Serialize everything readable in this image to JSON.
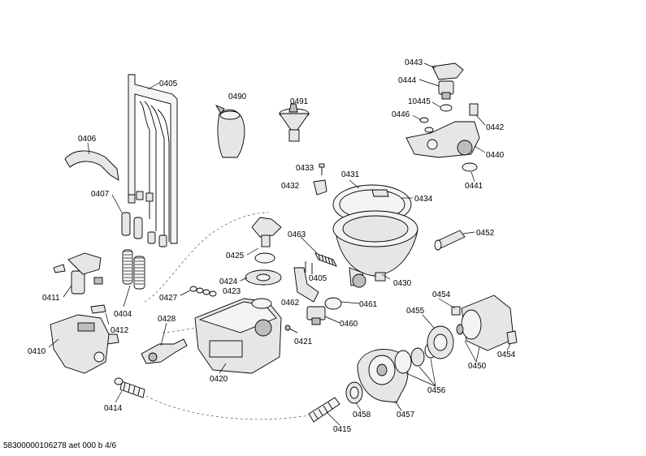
{
  "footer": "58300000106278 aet 000 b 4/6",
  "labels": {
    "p0405": "0405",
    "p0490": "0490",
    "p0491": "0491",
    "p0443": "0443",
    "p0444": "0444",
    "p10445": "10445",
    "p0446": "0446",
    "p0442": "0442",
    "p0440": "0440",
    "p0441": "0441",
    "p0406": "0406",
    "p0407": "0407",
    "p0433": "0433",
    "p0432": "0432",
    "p0431": "0431",
    "p0434": "0434",
    "p0452": "0452",
    "p0463": "0463",
    "p0425": "0425",
    "p0424": "0424",
    "p0423": "0423",
    "p0405b": "0405",
    "p0430": "0430",
    "p0411": "0411",
    "p0427": "0427",
    "p0462": "0462",
    "p0461": "0461",
    "p0454a": "0454",
    "p0455": "0455",
    "p0404": "0404",
    "p0428": "0428",
    "p0460": "0460",
    "p0412": "0412",
    "p0421": "0421",
    "p0410": "0410",
    "p0420": "0420",
    "p0450": "0450",
    "p0454b": "0454",
    "p0456": "0456",
    "p0414": "0414",
    "p0458": "0458",
    "p0457": "0457",
    "p0415": "0415"
  }
}
